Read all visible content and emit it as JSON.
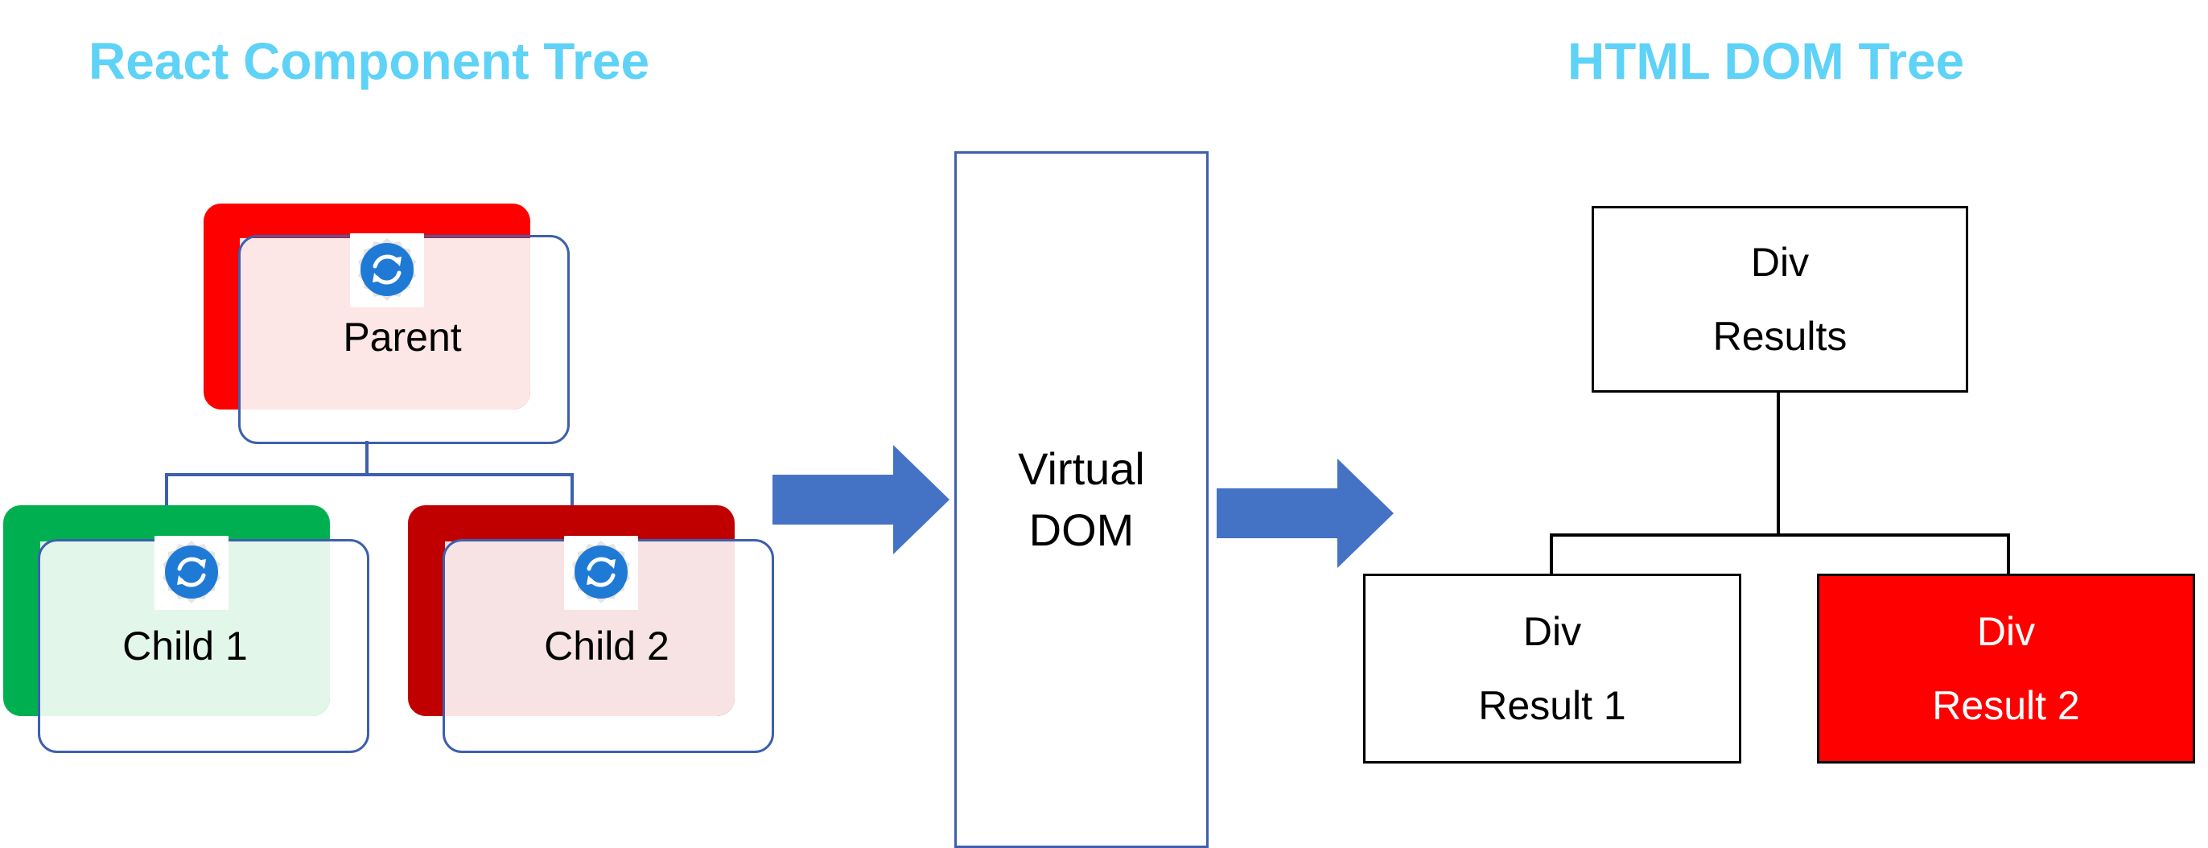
{
  "left_heading": "React Component Tree",
  "right_heading": "HTML DOM Tree",
  "component_tree": {
    "parent": {
      "label": "Parent",
      "shadow_color": "#ff0000",
      "tint_color": "#fde6e6"
    },
    "child1": {
      "label": "Child 1",
      "shadow_color": "#00b050",
      "tint_color": "#e3f6ea"
    },
    "child2": {
      "label": "Child 2",
      "shadow_color": "#c00000",
      "tint_color": "#f7e3e3"
    }
  },
  "virtual_dom": {
    "line1": "Virtual",
    "line2": "DOM"
  },
  "dom_tree": {
    "root": {
      "tag": "Div",
      "label": "Results"
    },
    "result1": {
      "tag": "Div",
      "label": "Result 1"
    },
    "result2": {
      "tag": "Div",
      "label": "Result 2",
      "highlight_color": "#ff0000"
    }
  },
  "colors": {
    "heading": "#5ed2f7",
    "arrow": "#4472c4",
    "outline": "#3d5fae",
    "icon": "#1f7ad6"
  },
  "icons": {
    "component": "refresh-icon",
    "arrow": "right-arrow-icon"
  }
}
